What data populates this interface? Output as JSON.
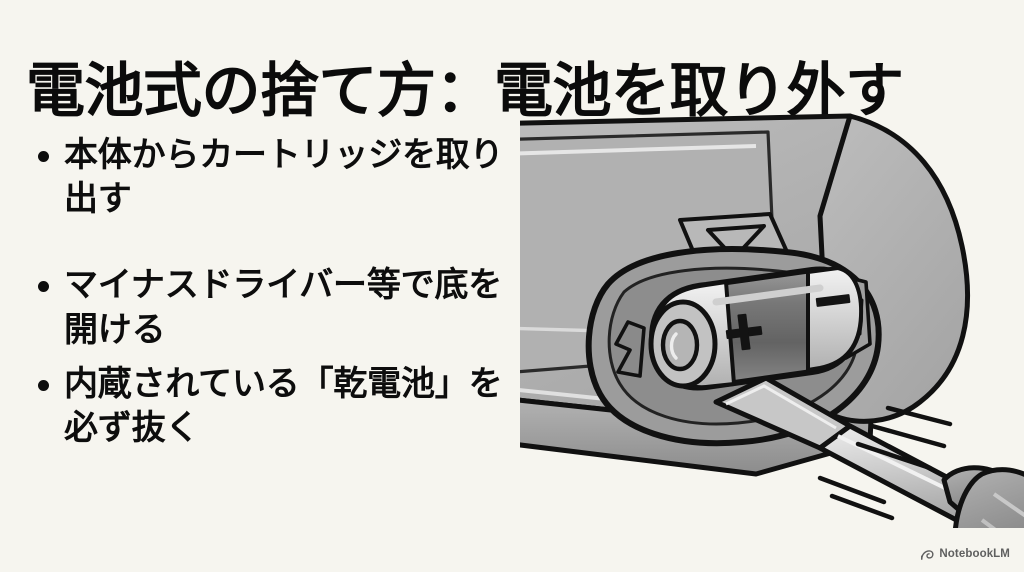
{
  "slide": {
    "background_color": "#f6f5ef",
    "title": "電池式の捨て方：電池を取り外す",
    "bullets": [
      {
        "text": "本体からカートリッジを取り出す"
      },
      {
        "text": "マイナスドライバー等で底を開ける"
      },
      {
        "text": "内蔵されている「乾電池」を必ず抜く"
      }
    ]
  },
  "illustration": {
    "alt": "乾電池を入れたカートリッジをマイナスドライバーでこじ開ける図",
    "colors": {
      "outline": "#111111",
      "body_light": "#c9c9c9",
      "body_mid": "#ababab",
      "body_dark": "#8e8e8e",
      "body_shadow": "#757575",
      "battery_body": "#6e6e6e",
      "battery_band": "#d8d8d8",
      "battery_highlight": "#efefef",
      "driver_shaft": "#cfcfcf",
      "driver_handle": "#9a9a9a",
      "driver_handle_dark": "#7c7c7c"
    },
    "labels": {
      "battery_positive": "+",
      "battery_negative": "−"
    },
    "parts": [
      "cartridge-body",
      "battery-compartment",
      "aa-battery",
      "flathead-screwdriver",
      "motion-lines",
      "direction-triangle"
    ]
  },
  "watermark": {
    "label": "NotebookLM",
    "icon": "notebooklm-icon",
    "color": "#5f5f5f"
  }
}
